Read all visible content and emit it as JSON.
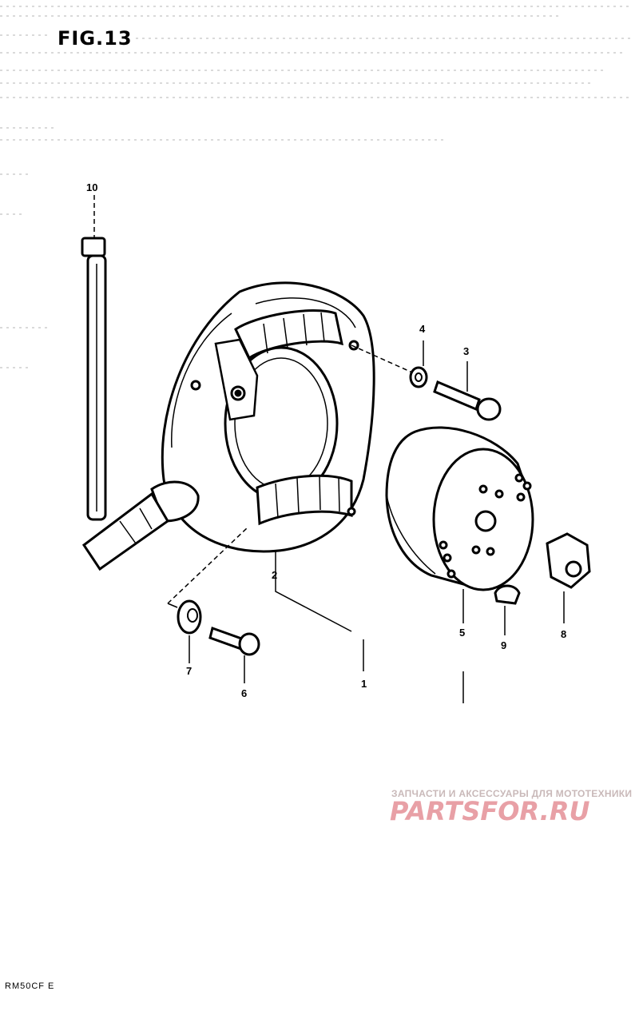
{
  "figure": {
    "title": "FIG.13"
  },
  "callouts": [
    {
      "id": "c10",
      "text": "10"
    },
    {
      "id": "c4",
      "text": "4"
    },
    {
      "id": "c3",
      "text": "3"
    },
    {
      "id": "c2",
      "text": "2"
    },
    {
      "id": "c7",
      "text": "7"
    },
    {
      "id": "c6",
      "text": "6"
    },
    {
      "id": "c1",
      "text": "1"
    },
    {
      "id": "c5",
      "text": "5"
    },
    {
      "id": "c9",
      "text": "9"
    },
    {
      "id": "c8",
      "text": "8"
    }
  ],
  "footer": {
    "model_code": "RM50CF E"
  },
  "watermark": {
    "tagline": "ЗАПЧАСТИ И АКСЕССУАРЫ ДЛЯ МОТОТЕХНИКИ",
    "logo": "PARTSFOR.RU"
  }
}
